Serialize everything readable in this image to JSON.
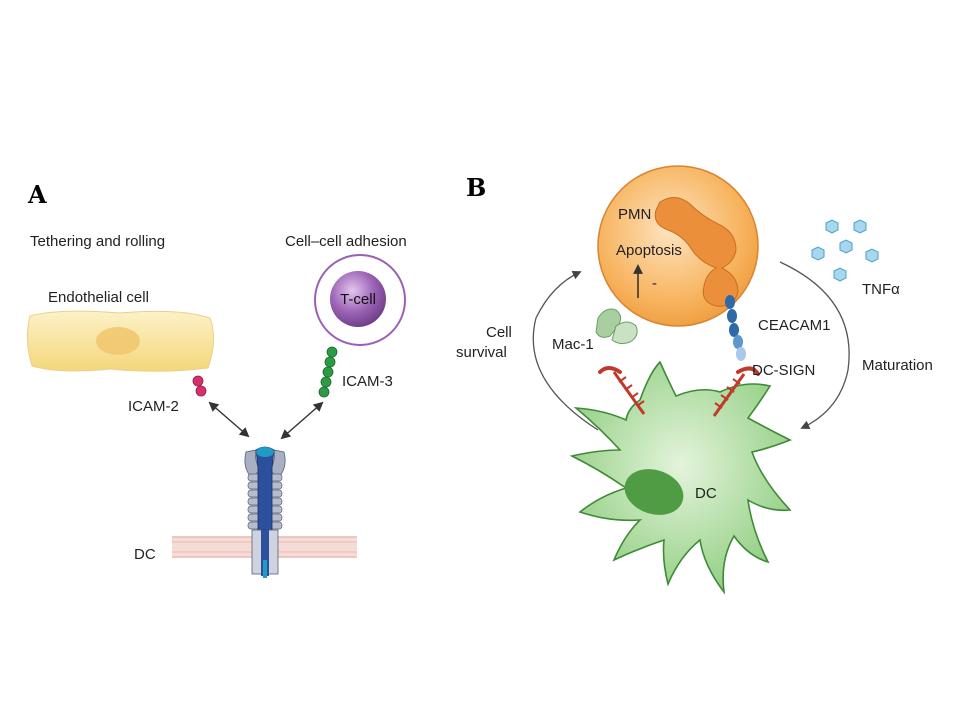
{
  "panel_a": {
    "letter": "A",
    "tethering_label": "Tethering and rolling",
    "adhesion_label": "Cell–cell adhesion",
    "endothelial_label": "Endothelial cell",
    "tcell_label": "T-cell",
    "icam2_label": "ICAM-2",
    "icam3_label": "ICAM-3",
    "dc_label": "DC"
  },
  "panel_b": {
    "letter": "B",
    "pmn_label": "PMN",
    "apoptosis_label": "Apoptosis",
    "minus_label": "-",
    "tnf_label": "TNFα",
    "cell_survival_label_1": "Cell",
    "cell_survival_label_2": "survival",
    "mac1_label": "Mac-1",
    "ceacam1_label": "CEACAM1",
    "dcsign_label": "DC-SIGN",
    "maturation_label": "Maturation",
    "dc_label": "DC"
  },
  "colors": {
    "endothelial": "#f6dc8a",
    "tcell": "#8e5aa8",
    "icam2": "#d6306f",
    "icam3": "#2f9a45",
    "receptor": "#2c4f9e",
    "membrane": "#f2c9c3",
    "pmn": "#f3a24b",
    "pmn_nucleus": "#e98a3a",
    "dc_cell": "#9cd38c",
    "dc_nucleus": "#4f9c44",
    "ceacam1": "#2f6aa8",
    "dcsign": "#c0392b",
    "mac1": "#a9cfa0",
    "tnf": "#a7d7ef"
  }
}
